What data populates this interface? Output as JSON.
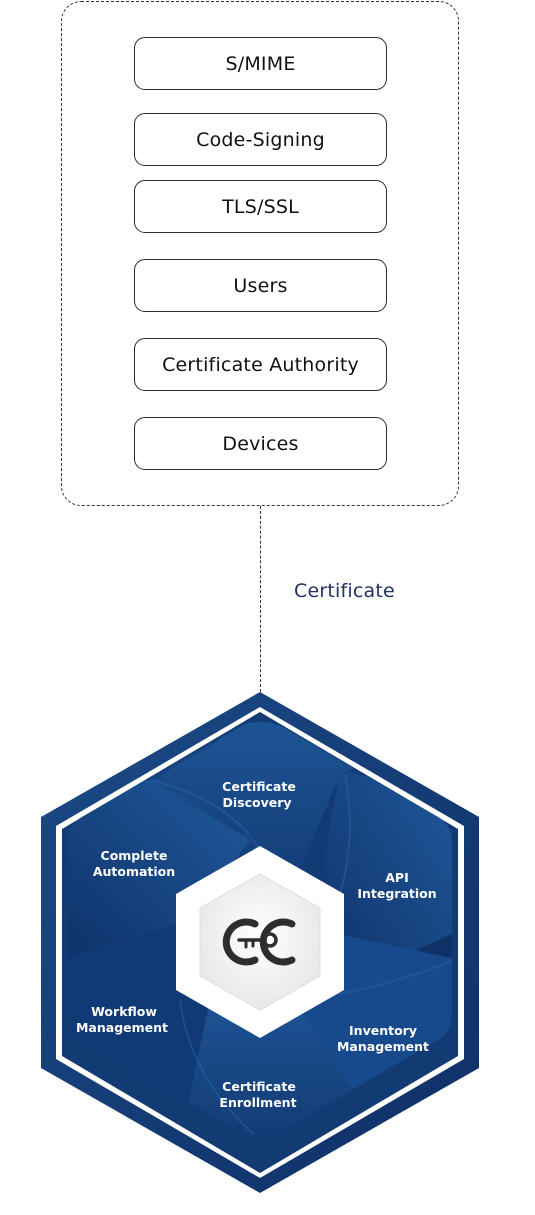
{
  "categories": [
    "S/MIME",
    "Code-Signing",
    "TLS/SSL",
    "Users",
    "Certificate Authority",
    "Devices"
  ],
  "connector_label": "Certificate",
  "hexagon": {
    "segments": [
      {
        "line1": "Certificate",
        "line2": "Discovery"
      },
      {
        "line1": "API",
        "line2": "Integration"
      },
      {
        "line1": "Inventory",
        "line2": "Management"
      },
      {
        "line1": "Certificate",
        "line2": "Enrollment"
      },
      {
        "line1": "Workflow",
        "line2": "Management"
      },
      {
        "line1": "Complete",
        "line2": "Automation"
      }
    ],
    "logo_icon": "certificate-key-logo-icon"
  },
  "colors": {
    "primary_blue": "#1b4f8e",
    "dark_navy": "#0d2a5c",
    "label_navy": "#1f2f5e"
  }
}
